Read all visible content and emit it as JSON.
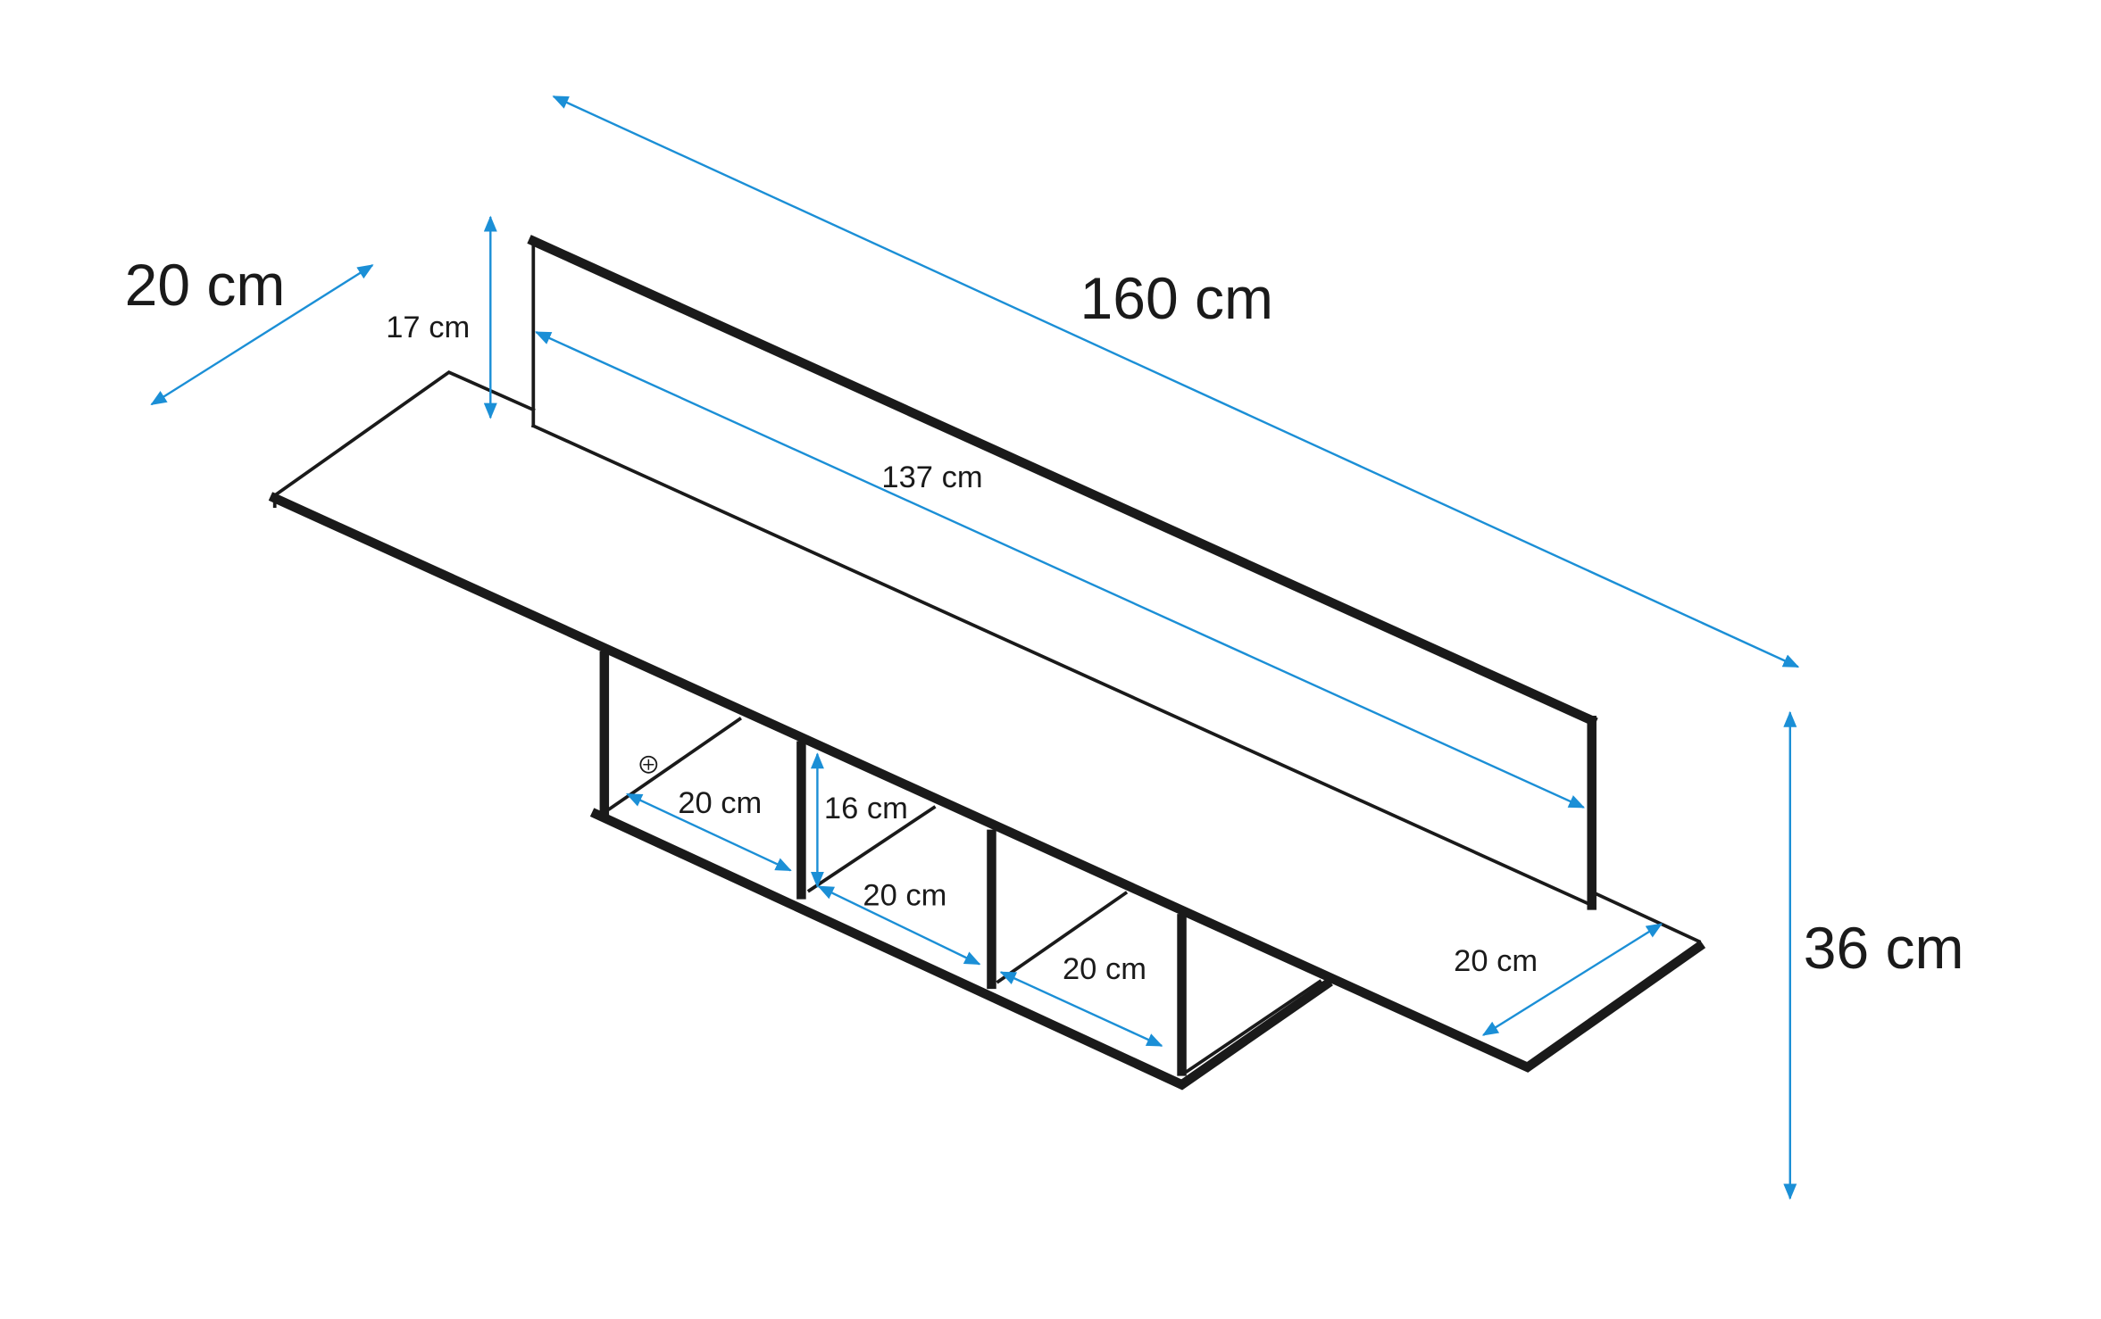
{
  "diagram": {
    "title": "Wall shelf dimensions",
    "dimension_color": "#1b8fd6",
    "line_color": "#1a1a1a",
    "labels": {
      "total_width": "160 cm",
      "depth": "20 cm",
      "back_panel_height": "17 cm",
      "back_panel_width": "137 cm",
      "total_height": "36 cm",
      "right_depth": "20 cm",
      "compartment_1_width": "20 cm",
      "compartment_height": "16 cm",
      "compartment_2_width": "20 cm",
      "compartment_3_width": "20 cm"
    }
  }
}
